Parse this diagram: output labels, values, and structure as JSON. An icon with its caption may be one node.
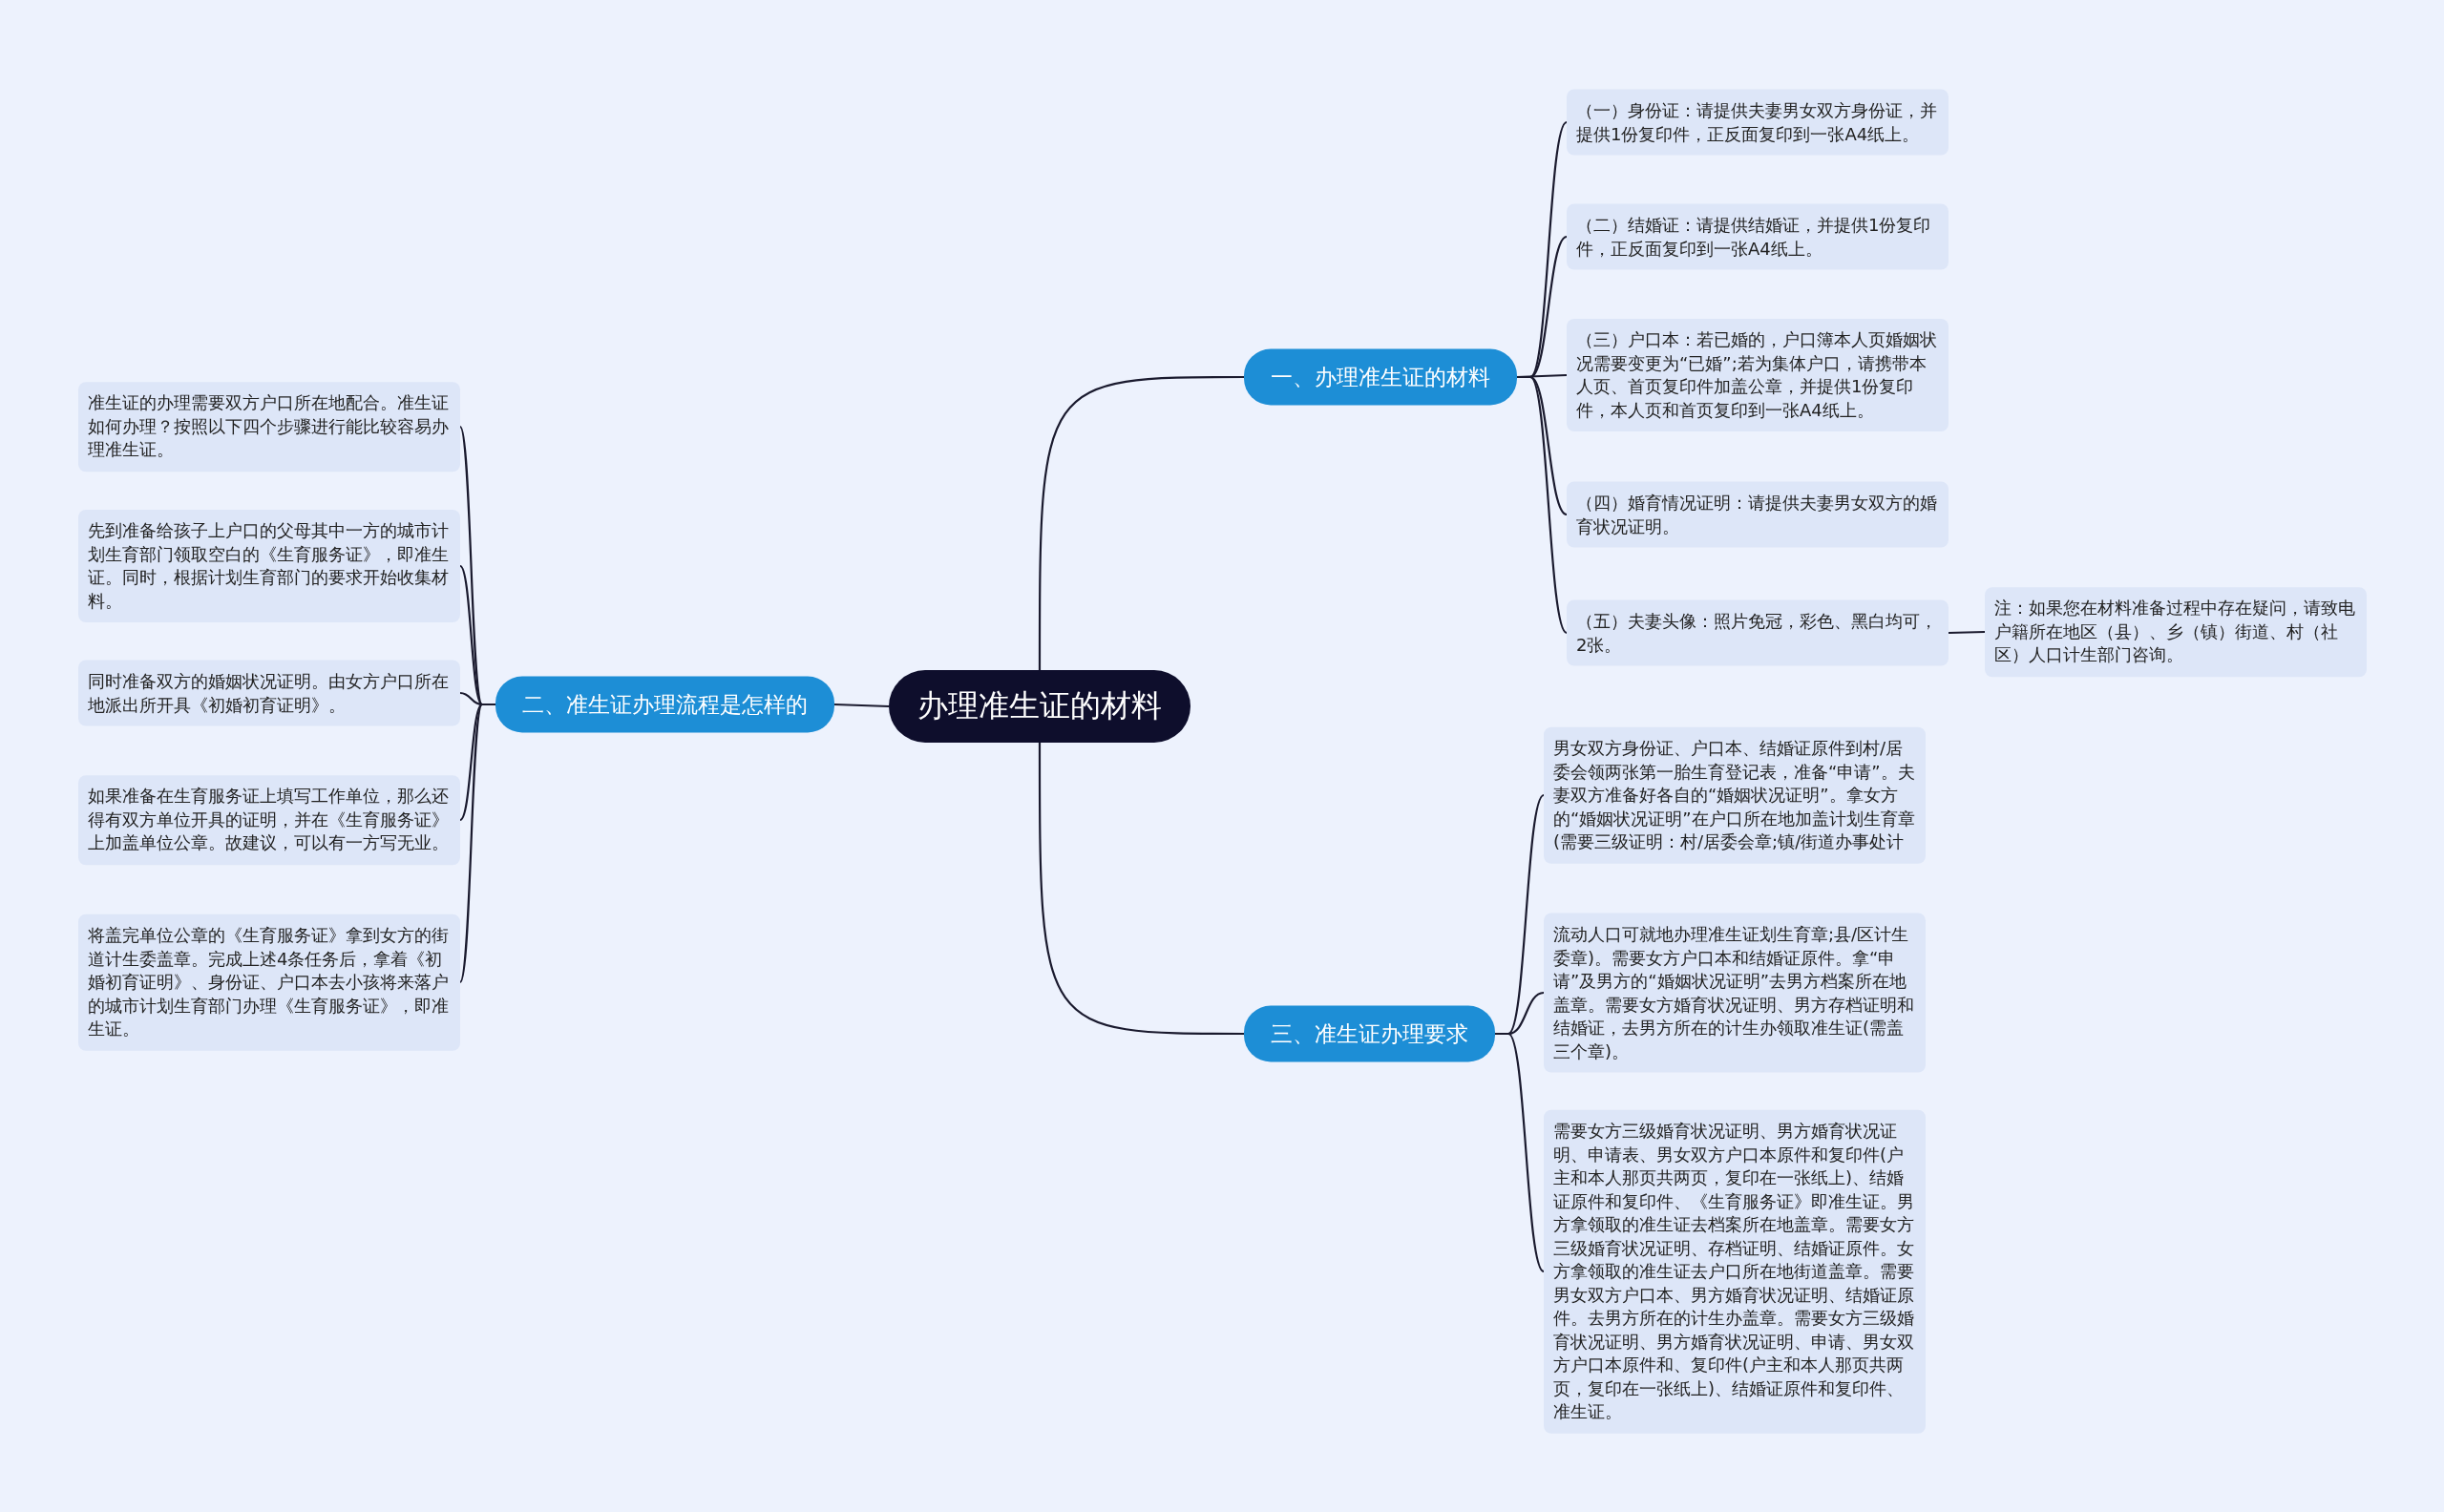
{
  "diagram": {
    "nodes": [
      {
        "text": [
          "办理准生证的材料"
        ]
      },
      {
        "text": [
          "一、办理准生证的材料"
        ]
      },
      {
        "text": [
          "（一）身份证：请提供夫妻男女双方身份证，并提供1份复印件，正反面复印到一张A4纸上。"
        ]
      },
      {
        "text": [
          "（二）结婚证：请提供结婚证，并提供1份复印件，正反面复印到一张A4纸上。"
        ]
      },
      {
        "text": [
          "（三）户口本：若已婚的，户口簿本人页婚姻状况需要变更为“已婚”;若为集体户口，请携带本人页、首页复印件加盖公章，并提供1份复印件，本人页和首页复印到一张A4纸上。"
        ]
      },
      {
        "text": [
          "（四）婚育情况证明：请提供夫妻男女双方的婚育状况证明。"
        ]
      },
      {
        "text": [
          "（五）夫妻头像：照片免冠，彩色、黑白均可，2张。"
        ]
      },
      {
        "text": [
          "注：如果您在材料准备过程中存在疑问，请致电户籍所在地区（县）、乡（镇）街道、村（社区）人口计生部门咨询。"
        ]
      },
      {
        "text": [
          "二、准生证办理流程是怎样的"
        ]
      },
      {
        "text": [
          "准生证的办理需要双方户口所在地配合。准生证如何办理？按照以下四个步骤进行能比较容易办理准生证。"
        ]
      },
      {
        "text": [
          "先到准备给孩子上户口的父母其中一方的城市计划生育部门领取空白的《生育服务证》，即准生证。同时，根据计划生育部门的要求开始收集材料。"
        ]
      },
      {
        "text": [
          "同时准备双方的婚姻状况证明。由女方户口所在地派出所开具《初婚初育证明》。"
        ]
      },
      {
        "text": [
          "如果准备在生育服务证上填写工作单位，那么还得有双方单位开具的证明，并在《生育服务证》上加盖单位公章。故建议，可以有一方写无业。"
        ]
      },
      {
        "text": [
          "将盖完单位公章的《生育服务证》拿到女方的街道计生委盖章。完成上述4条任务后，拿着《初婚初育证明》、身份证、户口本去小孩将来落户的城市计划生育部门办理《生育服务证》，即准生证。"
        ]
      },
      {
        "text": [
          "三、准生证办理要求"
        ]
      },
      {
        "text": [
          "男女双方身份证、户口本、结婚证原件到村/居委会领两张第一胎生育登记表，准备“申请”。夫妻双方准备好各自的“婚姻状况证明”。拿女方的“婚姻状况证明”在户口所在地加盖计划生育章(需要三级证明：村/居委会章;镇/街道办事处计"
        ]
      },
      {
        "text": [
          "流动人口可就地办理准生证划生育章;县/区计生委章)。需要女方户口本和结婚证原件。拿“申请”及男方的“婚姻状况证明”去男方档案所在地盖章。需要女方婚育状况证明、男方存档证明和结婚证，去男方所在的计生办领取准生证(需盖三个章)。"
        ]
      },
      {
        "text": [
          "需要女方三级婚育状况证明、男方婚育状况证明、申请表、男女双方户口本原件和复印件(户主和本人那页共两页，复印在一张纸上)、结婚证原件和复印件、《生育服务证》即准生证。男方拿领取的准生证去档案所在地盖章。需要女方三级婚育状况证明、存档证明、结婚证原件。女方拿领取的准生证去户口所在地街道盖章。需要男女双方户口本、男方婚育状况证明、结婚证原件。去男方所在的计生办盖章。需要女方三级婚育状况证明、男方婚育状况证明、申请、男女双方户口本原件和、复印件(户主和本人那页共两页，复印在一张纸上)、结婚证原件和复印件、准生证。"
        ]
      }
    ],
    "edges": [
      {
        "from": 0,
        "to": 1,
        "arrow": "none"
      },
      {
        "from": 0,
        "to": 8,
        "arrow": "none"
      },
      {
        "from": 0,
        "to": 14,
        "arrow": "none"
      },
      {
        "from": 1,
        "to": 2,
        "arrow": "none"
      },
      {
        "from": 1,
        "to": 3,
        "arrow": "none"
      },
      {
        "from": 1,
        "to": 4,
        "arrow": "none"
      },
      {
        "from": 1,
        "to": 5,
        "arrow": "none"
      },
      {
        "from": 1,
        "to": 6,
        "arrow": "none"
      },
      {
        "from": 6,
        "to": 7,
        "arrow": "none"
      },
      {
        "from": 8,
        "to": 9,
        "arrow": "none"
      },
      {
        "from": 8,
        "to": 10,
        "arrow": "none"
      },
      {
        "from": 8,
        "to": 11,
        "arrow": "none"
      },
      {
        "from": 8,
        "to": 12,
        "arrow": "none"
      },
      {
        "from": 8,
        "to": 13,
        "arrow": "none"
      },
      {
        "from": 14,
        "to": 15,
        "arrow": "none"
      },
      {
        "from": 14,
        "to": 16,
        "arrow": "none"
      },
      {
        "from": 14,
        "to": 17,
        "arrow": "none"
      }
    ]
  }
}
